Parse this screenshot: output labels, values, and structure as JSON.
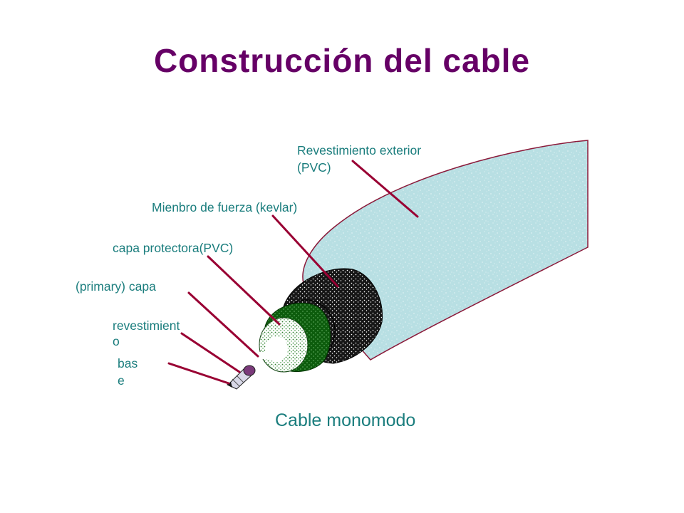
{
  "slide": {
    "title": "Construcción del cable",
    "caption": "Cable monomodo"
  },
  "labels": {
    "outer_jacket_line1": "Revestimiento exterior",
    "outer_jacket_line2": "(PVC)",
    "strength_member": "Mienbro de fuerza (kevlar)",
    "protective_layer": "capa protectora(PVC)",
    "primary_layer": "(primary) capa",
    "cladding_line1": "revestimient",
    "cladding_line2": "o",
    "core_line1": "bas",
    "core_line2": "e"
  },
  "colors": {
    "title": "#660066",
    "label_text": "#1a7d7d",
    "leader_line": "#990033",
    "jacket_fill": "#b8dfe3",
    "jacket_edge": "#8b1a3a",
    "kevlar": "#1a1a1a",
    "protective_green": "#0d5c0d",
    "primary_green": "#3d8f3d"
  }
}
